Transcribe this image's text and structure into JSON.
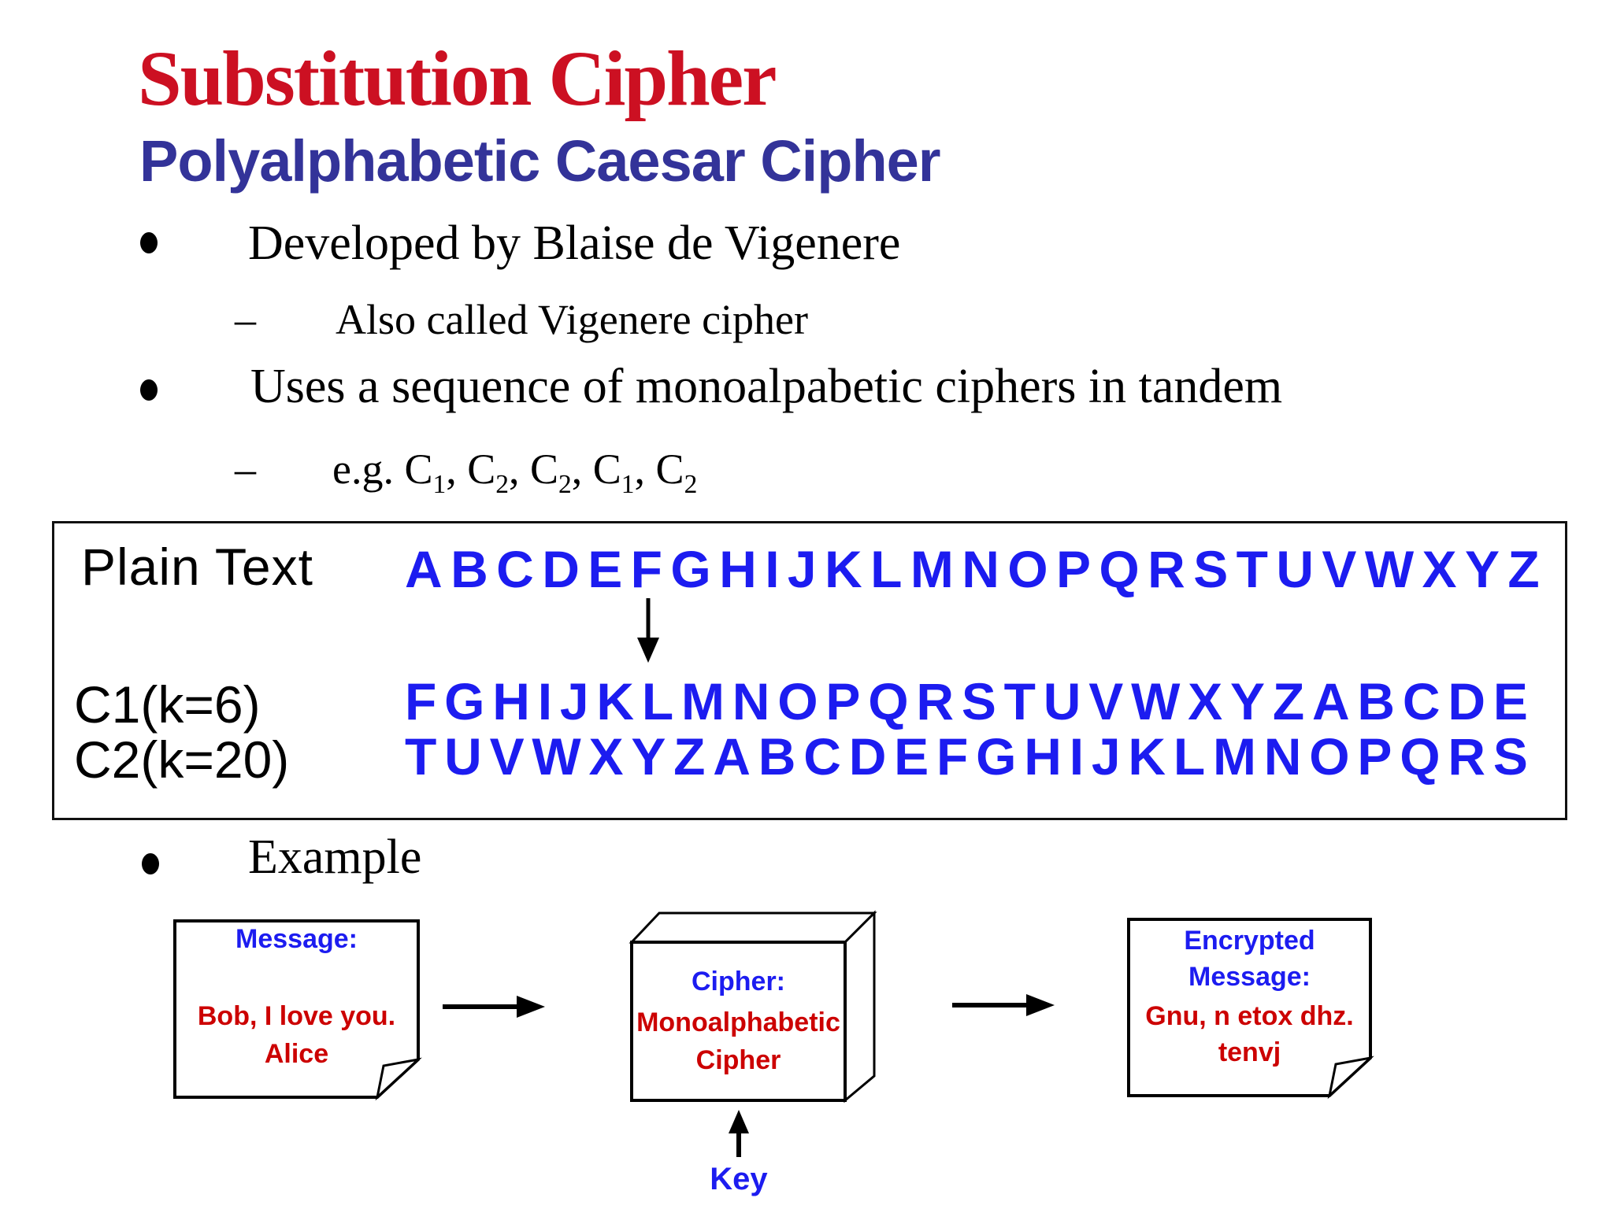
{
  "slide": {
    "title": "Substitution Cipher",
    "subtitle": "Polyalphabetic Caesar Cipher",
    "bullets": {
      "b1": "Developed by Blaise de Vigenere",
      "b1_sub_dash": "–",
      "b1_sub": "Also called Vigenere cipher",
      "b2": "Uses a sequence of monoalpabetic ciphers in tandem",
      "b2_sub_dash": "–",
      "b2_sub_segments": [
        {
          "text": "e.g. C"
        },
        {
          "sub": "1"
        },
        {
          "text": ", C"
        },
        {
          "sub": "2"
        },
        {
          "text": ", C"
        },
        {
          "sub": "2"
        },
        {
          "text": ", C"
        },
        {
          "sub": "1"
        },
        {
          "text": ", C"
        },
        {
          "sub": "2"
        }
      ],
      "b3": "Example"
    },
    "cipher_table": {
      "plain_label": "Plain Text",
      "plain_alphabet": "ABCDEFGHIJKLMNOPQRSTUVWXYZ",
      "c1_label": "C1(k=6)",
      "c1_alphabet": "FGHIJKLMNOPQRSTUVWXYZABCDE",
      "c2_label": "C2(k=20)",
      "c2_alphabet": "TUVWXYZABCDEFGHIJKLMNOPQRS"
    },
    "diagram": {
      "message_box": {
        "title": "Message:",
        "line1": "Bob, I love you.",
        "line2": "Alice"
      },
      "cipher_box": {
        "title": "Cipher:",
        "line1": "Monoalphabetic",
        "line2": "Cipher"
      },
      "encrypted_box": {
        "title1": "Encrypted",
        "title2": "Message:",
        "line1": "Gnu, n etox dhz.",
        "line2": "tenvj"
      },
      "key_label": "Key"
    },
    "icons": {
      "arrow_right_1": "arrow-right-icon",
      "arrow_right_2": "arrow-right-icon",
      "arrow_down": "arrow-down-icon",
      "arrow_up": "arrow-up-icon"
    },
    "colors": {
      "title_red": "#cc1022",
      "subtitle_indigo": "#333399",
      "alphabet_blue": "#1c1cf0",
      "diagram_blue": "#1c1cf0",
      "diagram_red": "#cc0000",
      "text_black": "#000000",
      "background": "#ffffff"
    }
  }
}
